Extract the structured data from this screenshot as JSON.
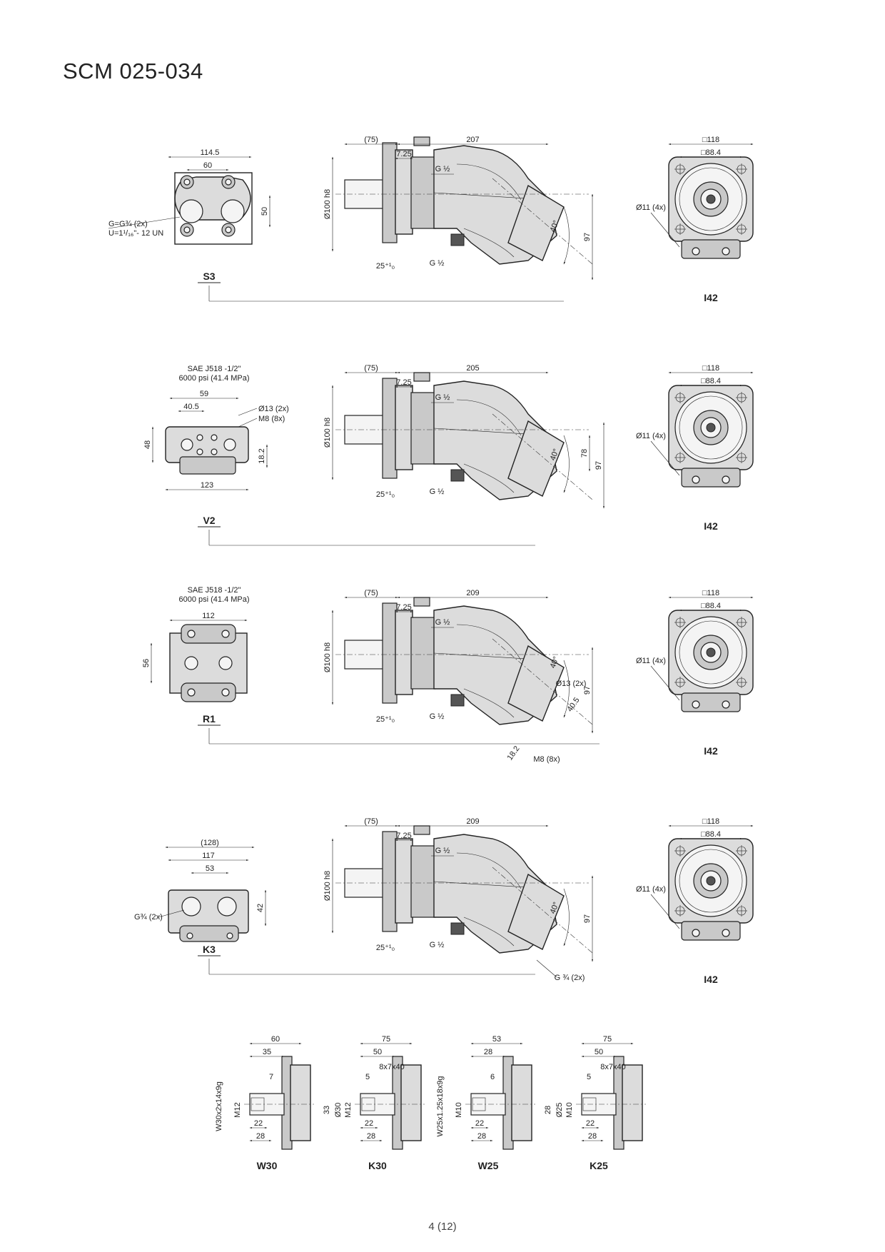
{
  "page": {
    "title": "SCM 025-034",
    "page_number": "4 (12)"
  },
  "rows": [
    {
      "port_label": "S3",
      "flange_label": "I42",
      "port_dims": {
        "w": "114.5",
        "pitch": "60",
        "h": "50",
        "thread_g": "G=G¾ (2x)",
        "thread_u": "U=1¹/₁₆\"- 12 UN"
      },
      "side_dims": {
        "offset": "(75)",
        "length": "207",
        "step": "7.25",
        "port_top": "G ½",
        "port_bottom": "G ½",
        "dia": "Ø100 h8",
        "shaft_len": "25⁺¹₀",
        "angle": "40°",
        "height": "97"
      },
      "flange_dims": {
        "outer": "□118",
        "inner": "□88.4",
        "hole": "Ø11 (4x)"
      }
    },
    {
      "port_label": "V2",
      "flange_label": "I42",
      "port_dims": {
        "sae": "SAE J518 -1/2\"",
        "psi": "6000 psi  (41.4 MPa)",
        "w": "123",
        "pitch_a": "59",
        "pitch_b": "40.5",
        "h": "48",
        "hh": "18.2",
        "hole": "Ø13 (2x)",
        "thread": "M8 (8x)"
      },
      "side_dims": {
        "offset": "(75)",
        "length": "205",
        "step": "7.25",
        "port_top": "G ½",
        "port_bottom": "G ½",
        "dia": "Ø100 h8",
        "shaft_len": "25⁺¹₀",
        "angle": "40°",
        "h1": "78",
        "h2": "97"
      },
      "flange_dims": {
        "outer": "□118",
        "inner": "□88.4",
        "hole": "Ø11 (4x)"
      }
    },
    {
      "port_label": "R1",
      "flange_label": "I42",
      "port_dims": {
        "sae": "SAE J518 -1/2\"",
        "psi": "6000 psi  (41.4 MPa)",
        "w": "112",
        "h": "56"
      },
      "side_dims": {
        "offset": "(75)",
        "length": "209",
        "step": "7.25",
        "port_top": "G ½",
        "port_bottom": "G ½",
        "dia": "Ø100 h8",
        "shaft_len": "25⁺¹₀",
        "angle": "40°",
        "hole": "Ø13 (2x)",
        "d1": "40.5",
        "d2": "18.2",
        "thread": "M8 (8x)",
        "height": "97"
      },
      "flange_dims": {
        "outer": "□118",
        "inner": "□88.4",
        "hole": "Ø11 (4x)"
      }
    },
    {
      "port_label": "K3",
      "flange_label": "I42",
      "port_dims": {
        "w_outer": "(128)",
        "w": "117",
        "pitch": "53",
        "h": "42",
        "thread": "G¾ (2x)"
      },
      "side_dims": {
        "offset": "(75)",
        "length": "209",
        "step": "7.25",
        "port_top": "G ½",
        "port_bottom": "G ½",
        "dia": "Ø100 h8",
        "shaft_len": "25⁺¹₀",
        "angle": "40°",
        "height": "97",
        "port_side": "G ¾ (2x)"
      },
      "flange_dims": {
        "outer": "□118",
        "inner": "□88.4",
        "hole": "Ø11 (4x)"
      }
    }
  ],
  "shafts": [
    {
      "label": "W30",
      "top_a": "60",
      "top_b": "35",
      "key": "7",
      "spline": "W30x2x14x9g",
      "thread": "M12",
      "bot_a": "22",
      "bot_b": "28"
    },
    {
      "label": "K30",
      "top_a": "75",
      "top_b": "50",
      "key": "8x7x40",
      "key_off": "5",
      "dia_a": "33",
      "dia_b": "Ø30",
      "thread": "M12",
      "bot_a": "22",
      "bot_b": "28"
    },
    {
      "label": "W25",
      "top_a": "53",
      "top_b": "28",
      "key": "6",
      "spline": "W25x1.25x18x9g",
      "thread": "M10",
      "bot_a": "22",
      "bot_b": "28"
    },
    {
      "label": "K25",
      "top_a": "75",
      "top_b": "50",
      "key": "8x7x40",
      "key_off": "5",
      "dia_a": "28",
      "dia_b": "Ø25",
      "thread": "M10",
      "bot_a": "22",
      "bot_b": "28"
    }
  ]
}
